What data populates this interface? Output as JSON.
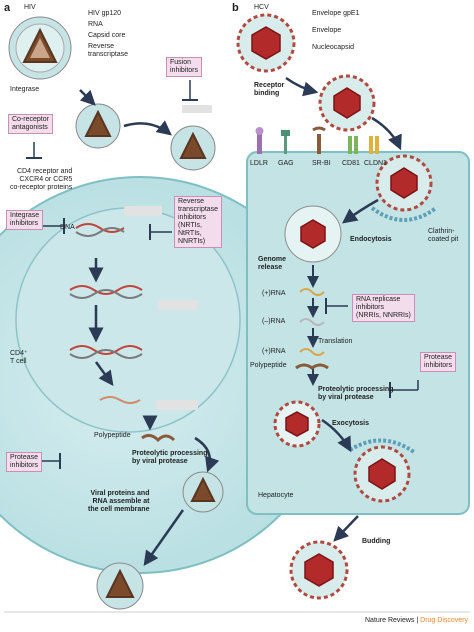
{
  "panel_a": {
    "letter": "a",
    "virus_name": "HIV",
    "virus_labels": [
      "HIV gp120",
      "RNA",
      "Capsid core",
      "Reverse\ntranscriptase",
      "Integrase"
    ],
    "coreceptor_antagonists": "Co-receptor\nantagonists",
    "fusion_inhibitors": "Fusion\ninhibitors",
    "cd4_label": "CD4 receptor and\nCXCR4 or CCR5\nco-receptor proteins",
    "integrase_inhibitors": "Integrase\ninhibitors",
    "dna_label": "DNA",
    "rt_inhibitors": "Reverse\ntranscriptase\ninhibitors\n(NRTIs,\nNtRTIs,\nNNRTIs)",
    "cell_label": "CD4⁺\nT cell",
    "polypeptide": "Polypeptide",
    "proteolytic": "Proteolytic processing\nby viral protease",
    "protease_inhibitors": "Protease\ninhibitors",
    "assembly": "Viral proteins and\nRNA assemble at\nthe cell membrane"
  },
  "panel_b": {
    "letter": "b",
    "virus_name": "HCV",
    "virus_labels": [
      "Envelope gpE1",
      "Envelope",
      "Nucleocapsid"
    ],
    "receptor_binding": "Receptor\nbinding",
    "receptors": [
      "LDLR",
      "GAG",
      "SR-BI",
      "CD81",
      "CLDN1"
    ],
    "endocytosis": "Endocytosis",
    "clathrin": "Clathrin-\ncoated pit",
    "genome_release": "Genome\nrelease",
    "rna_plus1": "(+)RNA",
    "rna_minus": "(–)RNA",
    "rna_plus2": "(+)RNA",
    "rna_replicase_inhibitors": "RNA replicase\ninhibitors\n(NRRIs, NNRRIs)",
    "translation": "Translation",
    "polypeptide": "Polypeptide",
    "proteolytic": "Proteolytic processing\nby viral protease",
    "protease_inhibitors": "Protease\ninhibitors",
    "exocytosis": "Exocytosis",
    "hepatocyte": "Hepatocyte",
    "budding": "Budding"
  },
  "footer": {
    "journal": "Nature Reviews",
    "separator": " | ",
    "section": "Drug Discovery"
  }
}
